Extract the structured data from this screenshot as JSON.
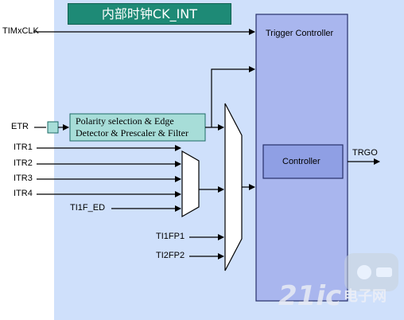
{
  "title": "内部时钟CK_INT",
  "blocks": {
    "trigger_controller": "Trigger Controller",
    "controller": "Controller",
    "polarity_line1": "Polarity selection & Edge",
    "polarity_line2": "Detector & Prescaler & Filter"
  },
  "inputs": {
    "timxclk": "TIMxCLK",
    "etr": "ETR",
    "itr1": "ITR1",
    "itr2": "ITR2",
    "itr3": "ITR3",
    "itr4": "ITR4",
    "ti1f_ed": "TI1F_ED",
    "ti1fp1": "TI1FP1",
    "ti2fp2": "TI2FP2"
  },
  "outputs": {
    "trgo": "TRGO"
  },
  "watermark": {
    "brand": "21ic",
    "sub": "电子网"
  },
  "colors": {
    "background_panel": "#cfe0fb",
    "trigger_block": "#a9b6ee",
    "controller_block": "#8f9fe4",
    "polarity_block": "#a7ddd8",
    "title_bar": "#1e8a76"
  }
}
